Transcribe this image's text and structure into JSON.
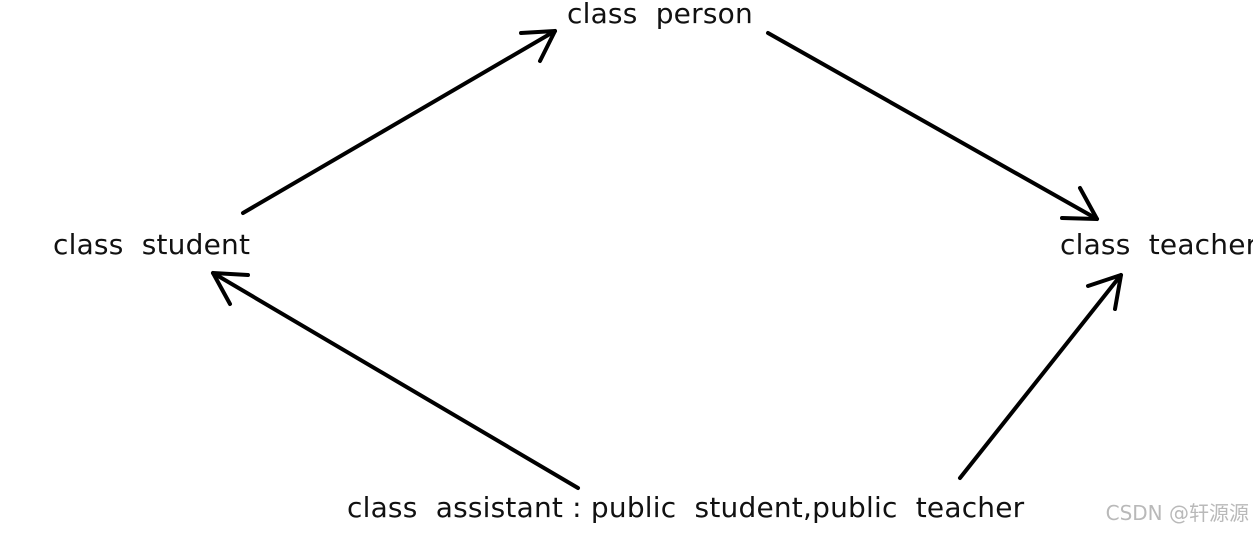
{
  "nodes": {
    "person": {
      "label": "class  person"
    },
    "student": {
      "label": "class  student"
    },
    "teacher": {
      "label": "class  teacher"
    },
    "assistant": {
      "label": "class  assistant : public  student,public  teacher"
    }
  },
  "edges": [
    {
      "from": "student",
      "to": "person"
    },
    {
      "from": "person",
      "to": "teacher"
    },
    {
      "from": "assistant",
      "to": "student"
    },
    {
      "from": "assistant",
      "to": "teacher"
    }
  ],
  "watermark": "CSDN @轩源源",
  "colors": {
    "text": "#111111",
    "arrow": "#000000",
    "watermark": "#b9b9b9"
  }
}
